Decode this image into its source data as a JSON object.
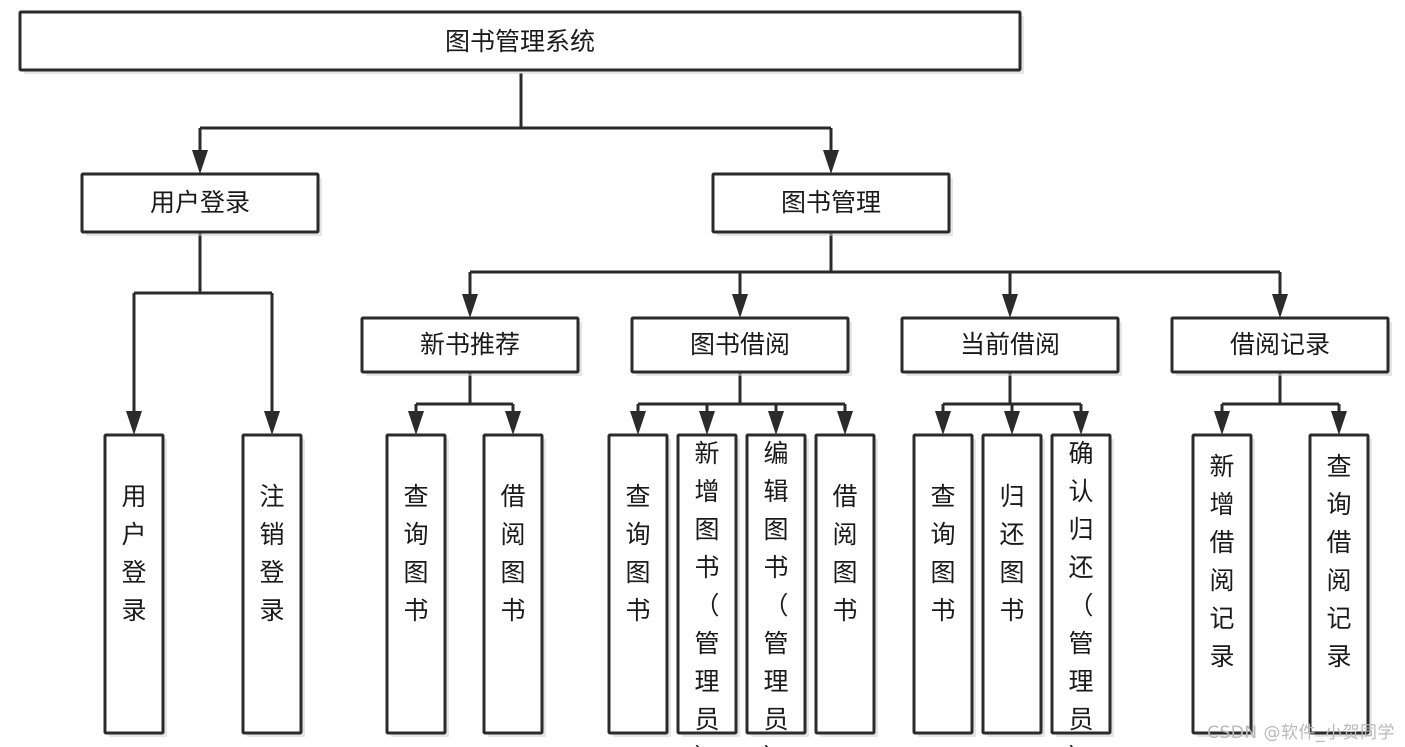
{
  "diagram": {
    "title": "图书管理系统",
    "type": "tree",
    "watermark": "CSDN @软件_小贺同学",
    "colors": {
      "stroke": "#2b2b2b",
      "fill": "#ffffff",
      "text": "#1a1a1a",
      "shadow": "#cfcfcf",
      "watermark": "#b9b9b9"
    },
    "levels": {
      "root": [
        "图书管理系统"
      ],
      "level2": [
        "用户登录",
        "图书管理"
      ],
      "level3": [
        "新书推荐",
        "图书借阅",
        "当前借阅",
        "借阅记录"
      ],
      "leaves": [
        "用户登录",
        "注销登录",
        "查询图书",
        "借阅图书",
        "查询图书",
        "新增图书（管理员）",
        "编辑图书（管理员）",
        "借阅图书",
        "查询图书",
        "归还图书",
        "确认归还（管理员）",
        "新增借阅记录",
        "查询借阅记录"
      ]
    },
    "nodes": {
      "root": {
        "label": "图书管理系统"
      },
      "user_login": {
        "label": "用户登录"
      },
      "book_mgmt": {
        "label": "图书管理"
      },
      "new_book_rec": {
        "label": "新书推荐"
      },
      "book_borrow": {
        "label": "图书借阅"
      },
      "current_borrow": {
        "label": "当前借阅"
      },
      "borrow_record": {
        "label": "借阅记录"
      },
      "leaf_user_login": {
        "label": "用户登录"
      },
      "leaf_logout": {
        "label": "注销登录"
      },
      "leaf_query_book_a": {
        "label": "查询图书"
      },
      "leaf_borrow_book_a": {
        "label": "借阅图书"
      },
      "leaf_query_book_b": {
        "label": "查询图书"
      },
      "leaf_add_book": {
        "label": "新增图书（管理员）"
      },
      "leaf_edit_book": {
        "label": "编辑图书（管理员）"
      },
      "leaf_borrow_book_b": {
        "label": "借阅图书"
      },
      "leaf_query_book_c": {
        "label": "查询图书"
      },
      "leaf_return_book": {
        "label": "归还图书"
      },
      "leaf_confirm_return": {
        "label": "确认归还（管理员）"
      },
      "leaf_add_record": {
        "label": "新增借阅记录"
      },
      "leaf_query_record": {
        "label": "查询借阅记录"
      }
    }
  }
}
